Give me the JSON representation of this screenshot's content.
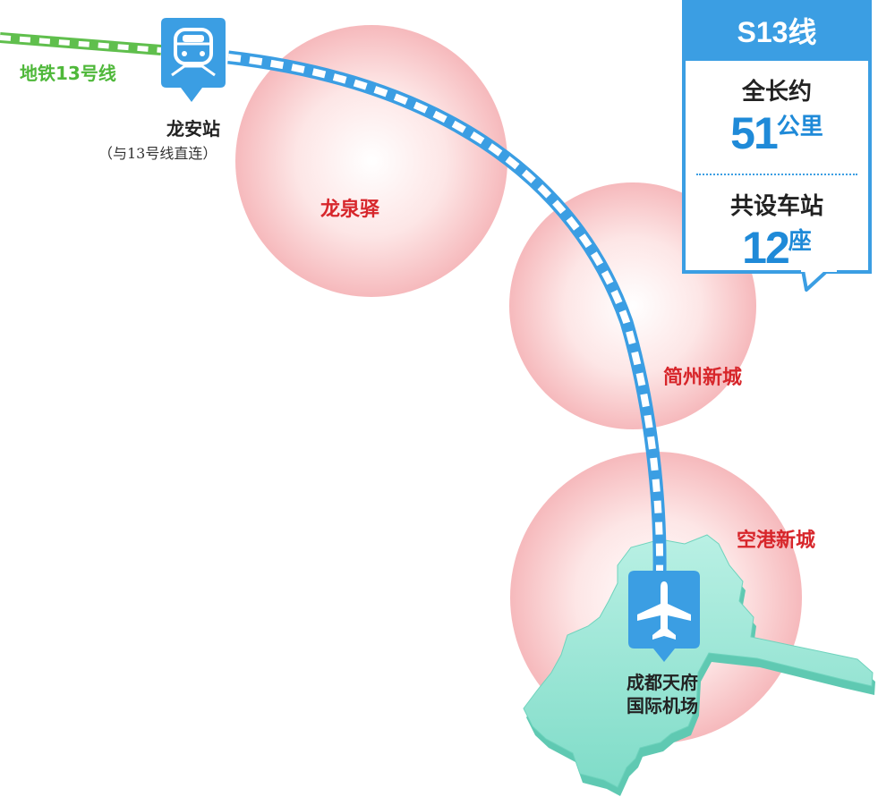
{
  "info_panel": {
    "title": "S13线",
    "length_label": "全长约",
    "length_value": "51",
    "length_unit": "公里",
    "stations_label": "共设车站",
    "stations_value": "12",
    "stations_unit": "座",
    "accent_color": "#3b9ee3"
  },
  "connecting_line": {
    "label": "地铁13号线",
    "color": "#4fb83a"
  },
  "start_station": {
    "name": "龙安站",
    "note": "（与13号线直连）",
    "icon": "metro-train-icon"
  },
  "end_station": {
    "name_line1": "成都天府",
    "name_line2": "国际机场",
    "icon": "airplane-icon"
  },
  "zones": [
    {
      "name": "龙泉驿"
    },
    {
      "name": "简州新城"
    },
    {
      "name": "空港新城"
    }
  ],
  "colors": {
    "zone_fill": "#f7c7c9",
    "zone_label": "#d7262b",
    "route": "#3b9ee3",
    "airport_land": "#8ee4d3"
  }
}
